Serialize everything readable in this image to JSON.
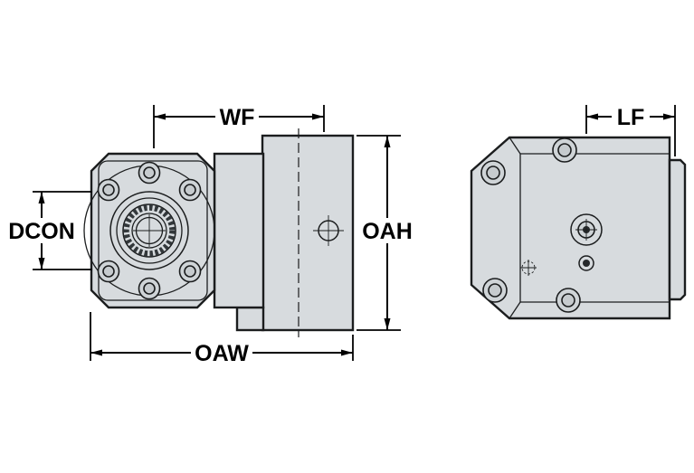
{
  "drawing": {
    "type": "technical-dimensional-drawing",
    "description": "Two orthographic views of a machine tool clamping unit with dimension callouts",
    "labels": {
      "wf": "WF",
      "lf": "LF",
      "dcon": "DCON",
      "oah": "OAH",
      "oaw": "OAW"
    },
    "colors": {
      "background": "#ffffff",
      "part_fill": "#d7dbde",
      "outline": "#1b1d1e",
      "dimension_line": "#000000"
    }
  }
}
